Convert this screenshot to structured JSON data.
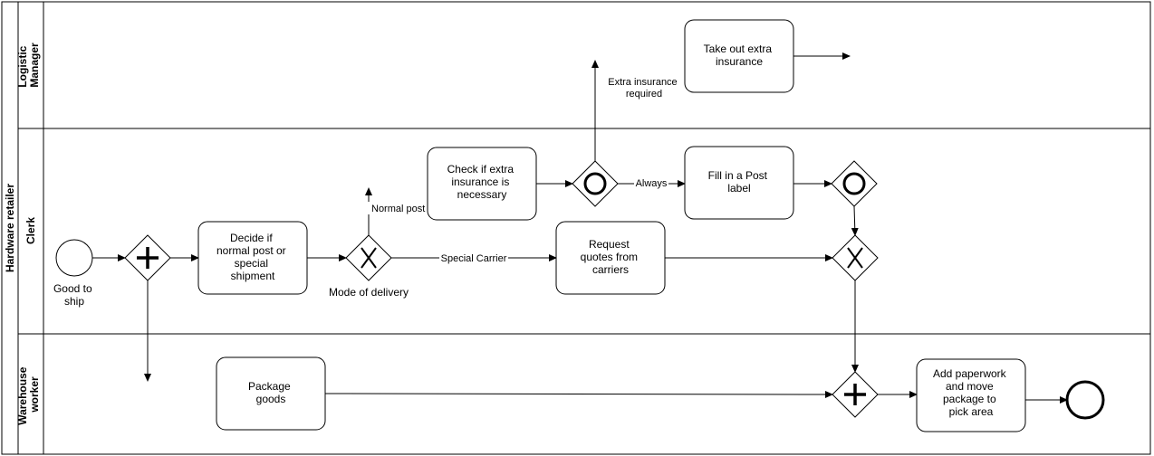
{
  "pool": {
    "name": "Hardware retailer"
  },
  "lanes": [
    {
      "id": "logistic",
      "name_lines": [
        "Logistic",
        "Manager"
      ]
    },
    {
      "id": "clerk",
      "name_lines": [
        "Clerk"
      ]
    },
    {
      "id": "warehouse",
      "name_lines": [
        "Warehouse",
        "worker"
      ]
    }
  ],
  "events": {
    "start": {
      "label_lines": [
        "Good to",
        "ship"
      ]
    },
    "end": {}
  },
  "tasks": {
    "decide": {
      "lines": [
        "Decide if",
        "normal post or",
        "special",
        "shipment"
      ]
    },
    "check": {
      "lines": [
        "Check if extra",
        "insurance is",
        "necessary"
      ]
    },
    "insurance": {
      "lines": [
        "Take out extra",
        "insurance"
      ]
    },
    "post_label": {
      "lines": [
        "Fill in a Post",
        "label"
      ]
    },
    "quotes": {
      "lines": [
        "Request",
        "quotes from",
        "carriers"
      ]
    },
    "package": {
      "lines": [
        "Package",
        "goods"
      ]
    },
    "paperwork": {
      "lines": [
        "Add paperwork",
        "and move",
        "package to",
        "pick area"
      ]
    }
  },
  "gateways": {
    "fork": {
      "type": "parallel"
    },
    "mode": {
      "type": "exclusive",
      "label": "Mode of delivery"
    },
    "or_split": {
      "type": "inclusive"
    },
    "or_join": {
      "type": "inclusive"
    },
    "xor_join": {
      "type": "exclusive"
    },
    "and_join": {
      "type": "parallel"
    }
  },
  "flow_labels": {
    "normal_post": "Normal post",
    "special_carrier": "Special Carrier",
    "always": "Always",
    "extra_required": [
      "Extra insurance",
      "required"
    ]
  }
}
